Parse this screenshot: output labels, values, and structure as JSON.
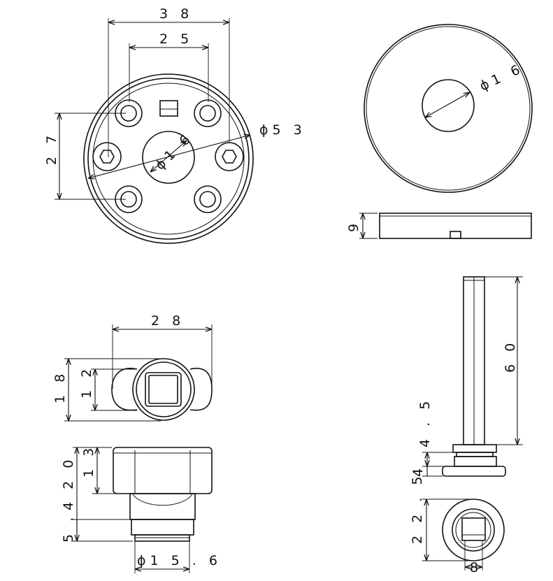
{
  "views": {
    "face_plate": {
      "labels": {
        "width_outer": "3 8",
        "width_inner": "2 5",
        "height": "2 7",
        "outer_diameter": "ϕ5 3",
        "center_diameter": "ϕ1 6"
      }
    },
    "round_cover": {
      "labels": {
        "diameter": "ϕ1 6",
        "thickness": "9"
      }
    },
    "knob_top": {
      "labels": {
        "width": "2 8",
        "height_outer": "1 8",
        "height_inner": "1 2"
      }
    },
    "knob_side": {
      "labels": {
        "total_height": "4 2 0",
        "cap_height": "1 3",
        "bottom_height": "5 .",
        "base_diameter": "ϕ1 5 . 6"
      }
    },
    "spindle_side": {
      "labels": {
        "shaft_length": "6 0",
        "collar": "4 . 5",
        "flange": "4"
      }
    },
    "spindle_end": {
      "labels": {
        "diameter": "2 2 . 5",
        "square": "8"
      }
    }
  }
}
